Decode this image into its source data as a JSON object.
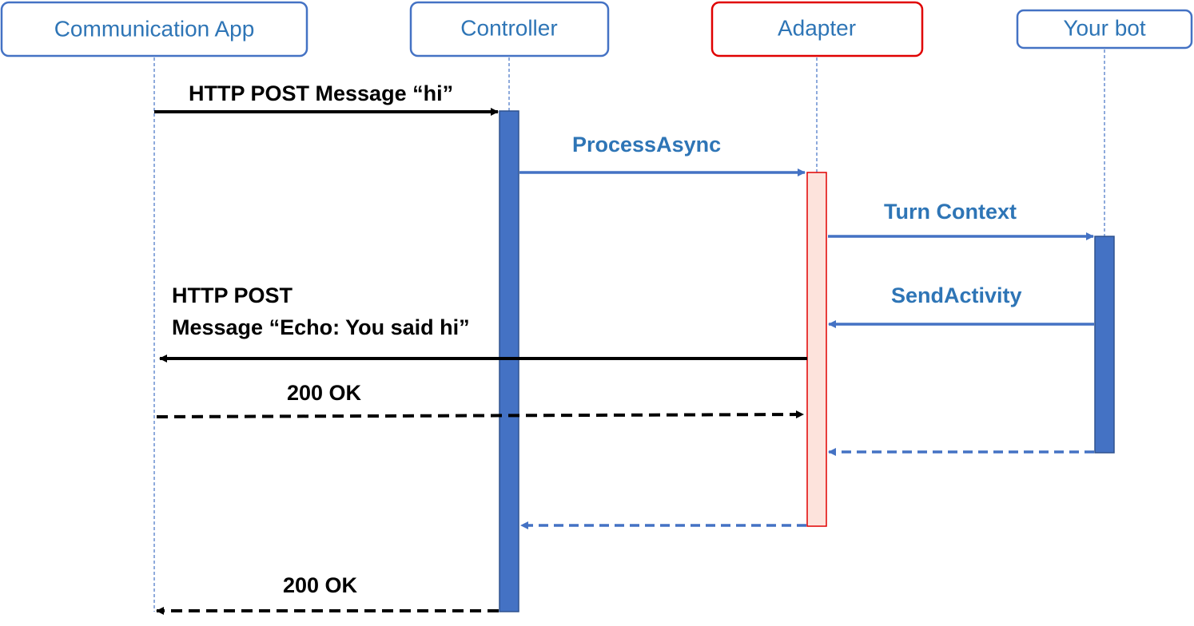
{
  "colors": {
    "blue": "#4472C4",
    "blue_text": "#2E75B6",
    "red": "#E00000",
    "adapter_fill": "#FDE3DC",
    "black": "#000000"
  },
  "participants": {
    "communication_app": "Communication App",
    "controller": "Controller",
    "adapter": "Adapter",
    "your_bot": "Your bot"
  },
  "messages": {
    "http_post_hi": "HTTP POST Message “hi”",
    "process_async": "ProcessAsync",
    "turn_context": "Turn Context",
    "send_activity": "SendActivity",
    "http_post_echo_line1": "HTTP POST",
    "http_post_echo_line2": "Message “Echo: You said hi”",
    "ok_to_adapter": "200 OK",
    "ok_to_app": "200 OK"
  }
}
